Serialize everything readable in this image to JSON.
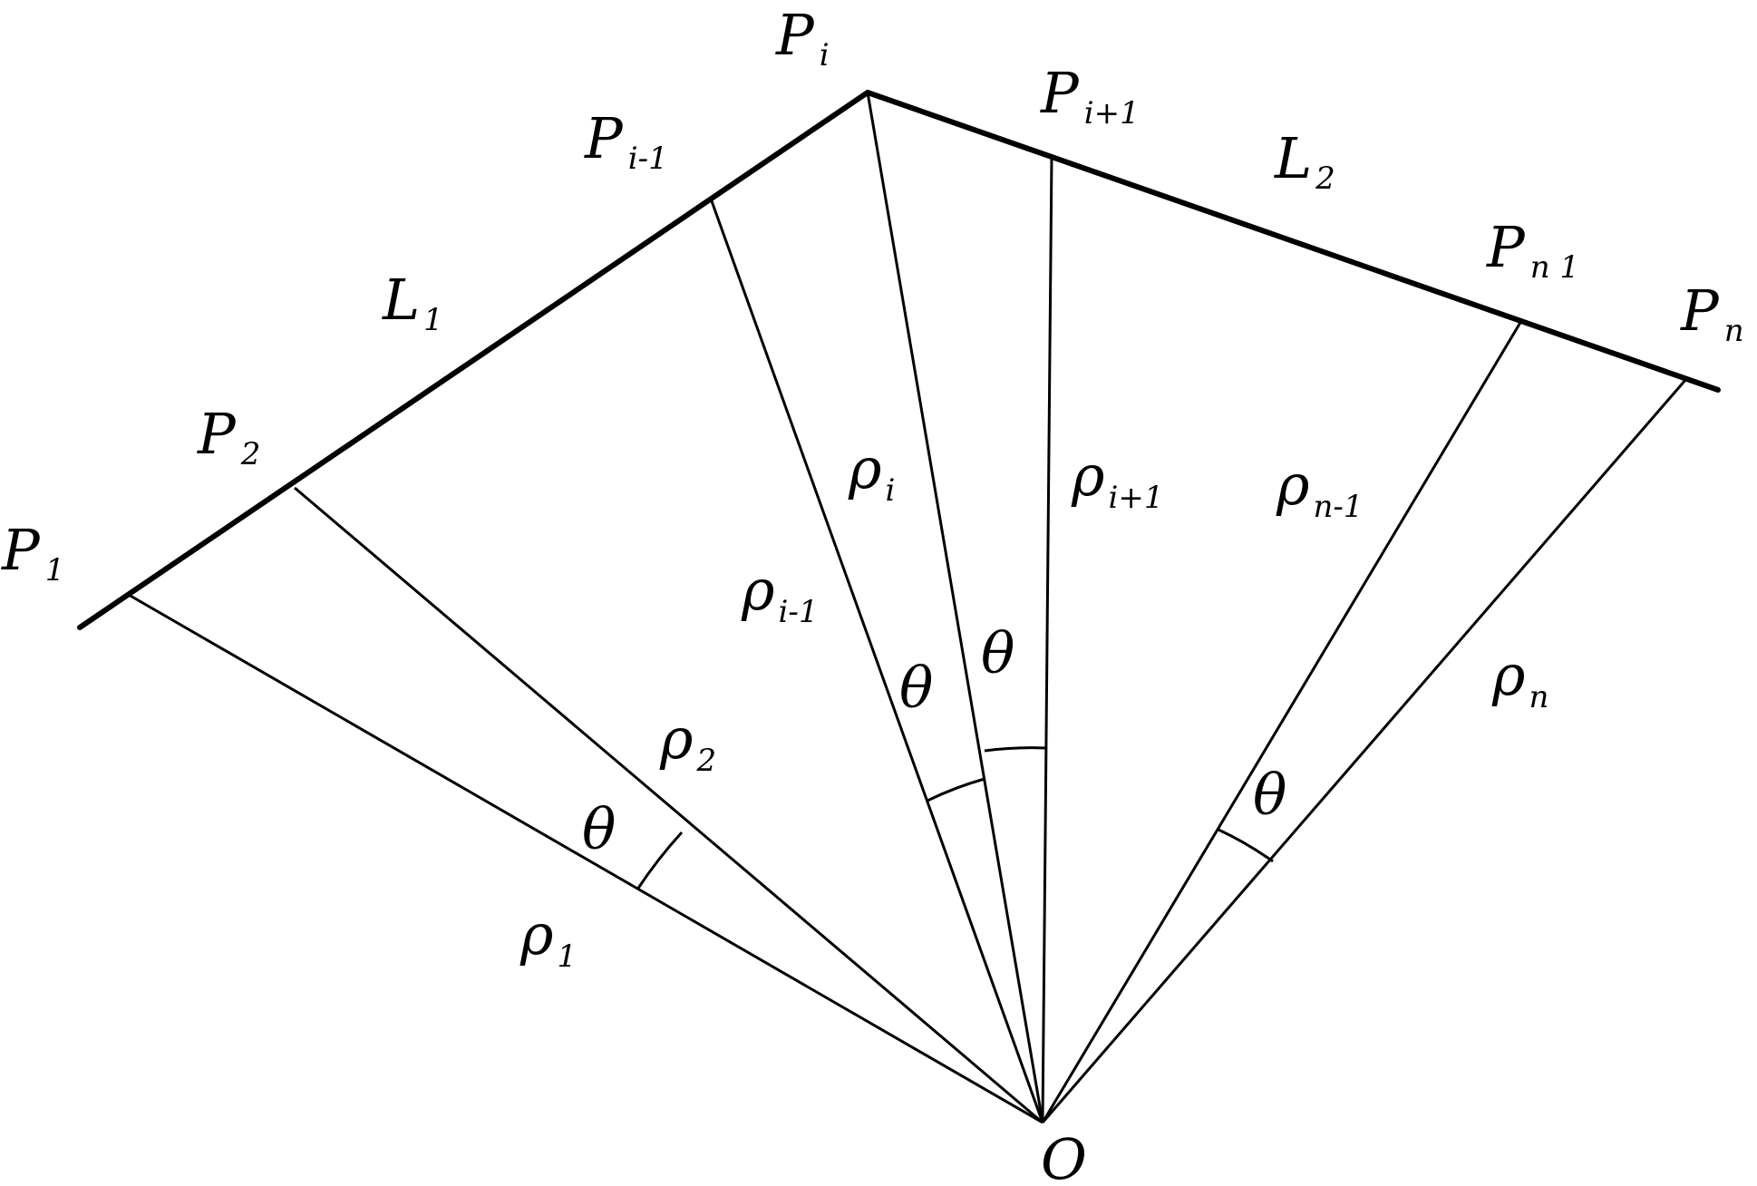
{
  "labels": {
    "P1": {
      "base": "P",
      "sub": "1"
    },
    "P2": {
      "base": "P",
      "sub": "2"
    },
    "Pim1": {
      "base": "P",
      "sub": "i-1"
    },
    "Pi": {
      "base": "P",
      "sub": "i"
    },
    "Pip1": {
      "base": "P",
      "sub": "i+1"
    },
    "Pnm1": {
      "base": "P",
      "sub": "n 1"
    },
    "Pn": {
      "base": "P",
      "sub": "n"
    },
    "L1": {
      "base": "L",
      "sub": "1"
    },
    "L2": {
      "base": "L",
      "sub": "2"
    },
    "rho1": {
      "base": "ρ",
      "sub": "1"
    },
    "rho2": {
      "base": "ρ",
      "sub": "2"
    },
    "rhoim1": {
      "base": "ρ",
      "sub": "i-1"
    },
    "rhoi": {
      "base": "ρ",
      "sub": "i"
    },
    "rhoip1": {
      "base": "ρ",
      "sub": "i+1"
    },
    "rhonm1": {
      "base": "ρ",
      "sub": "n-1"
    },
    "rhon": {
      "base": "ρ",
      "sub": "n"
    },
    "O": "O",
    "theta": "θ"
  }
}
